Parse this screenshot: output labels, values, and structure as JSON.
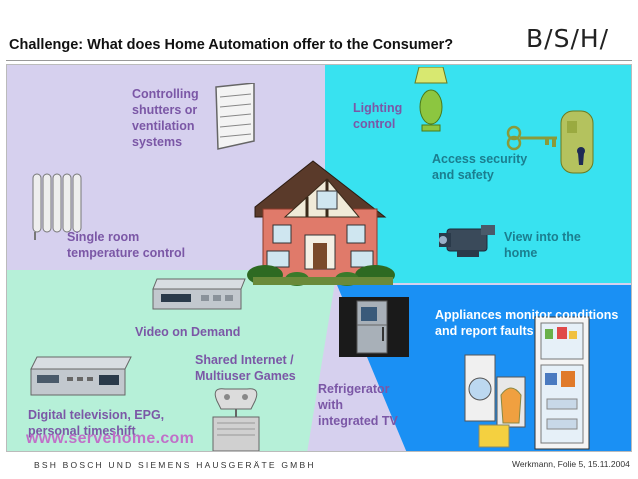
{
  "slide": {
    "title": "Challenge: What does Home Automation offer to the Consumer?",
    "logo": "B/S/H/",
    "footer_company": "BSH BOSCH UND SIEMENS HAUSGERÄTE GMBH",
    "footer_ref": "Werkmann, Folie 5, 15.11.2004"
  },
  "labels": {
    "shutters": [
      "Controlling",
      "shutters or",
      "ventilation",
      "systems"
    ],
    "lighting": [
      "Lighting",
      "control"
    ],
    "access": [
      "Access security",
      "and safety"
    ],
    "temperature": [
      "Single room",
      "temperature control"
    ],
    "view": [
      "View into the",
      "home"
    ],
    "appliances": [
      "Appliances monitor conditions",
      "and report faults"
    ],
    "video": "Video on Demand",
    "internet": [
      "Shared Internet /",
      "Multiuser Games"
    ],
    "fridge": [
      "Refrigerator",
      "with",
      "integrated TV"
    ],
    "tv": [
      "Digital television, EPG,",
      "personal timeshift"
    ],
    "url": "www.servehome.com"
  },
  "colors": {
    "lavender_zone": "#d6d0ee",
    "cyan_zone": "#38e2f0",
    "mint_zone": "#b6f0d8",
    "blue_zone": "#1a90f4",
    "label_purple": "#7b57a6",
    "label_teal": "#1b7e8f"
  },
  "icons": [
    "window-icon",
    "lamp-icon",
    "key-icon",
    "door-lock-icon",
    "radiator-icon",
    "house-icon",
    "camcorder-icon",
    "video-recorder-icon",
    "set-top-box-icon",
    "game-console-icon",
    "refrigerator-tv-icon",
    "appliances-icon"
  ]
}
